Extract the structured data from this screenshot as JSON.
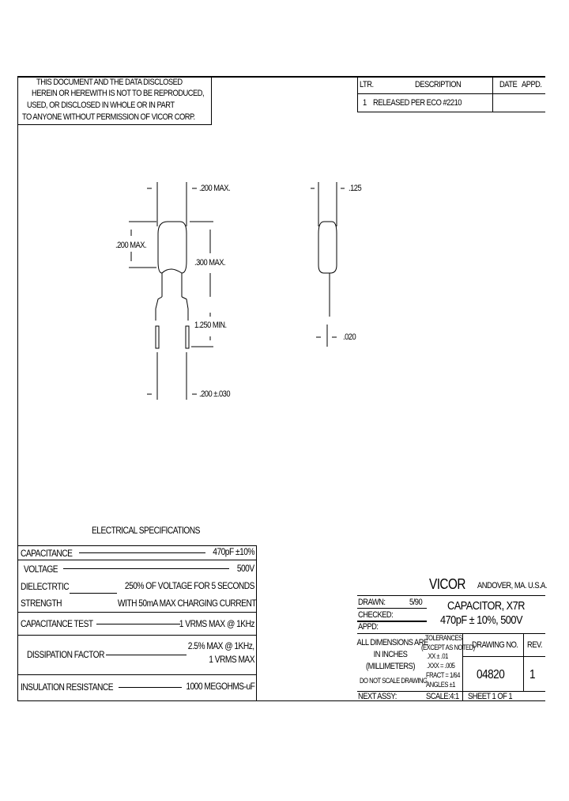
{
  "notice": {
    "lines": [
      "THIS DOCUMENT AND THE DATA DISCLOSED",
      "HEREIN OR HEREWITH IS NOT TO BE REPRODUCED,",
      "USED, OR DISCLOSED IN WHOLE OR IN PART",
      "TO ANYONE WITHOUT PERMISSION OF VICOR CORP."
    ]
  },
  "revisions": {
    "headers": {
      "ltr": "LTR.",
      "description": "DESCRIPTION",
      "date": "DATE",
      "appd": "APPD."
    },
    "rows": [
      {
        "ltr": "1",
        "description": "RELEASED PER ECO #2210"
      }
    ]
  },
  "dimensions": {
    "lead_spacing_top": ".200 MAX.",
    "body_height": ".200 MAX.",
    "body_length": ".300 MAX.",
    "lead_length": "1.250 MIN.",
    "lead_spacing_bottom": ".200 ±.030",
    "thickness": ".125",
    "lead_diameter": ".020"
  },
  "specs": {
    "title": "ELECTRICAL SPECIFICATIONS",
    "capacitance": {
      "label": "CAPACITANCE",
      "value": "470pF ±10%"
    },
    "voltage": {
      "label": "VOLTAGE",
      "value": "500V"
    },
    "dielectric": {
      "label1": "DIELECTRTIC",
      "label2": "STRENGTH",
      "value1": "250% OF VOLTAGE FOR 5 SECONDS",
      "value2": "WITH 50mA MAX CHARGING CURRENT"
    },
    "cap_test": {
      "label": "CAPACITANCE TEST",
      "value": "1 VRMS MAX @ 1KHz"
    },
    "dissipation": {
      "label": "DISSIPATION FACTOR",
      "value1": "2.5% MAX @ 1KHz,",
      "value2": "1 VRMS MAX"
    },
    "insulation": {
      "label": "INSULATION RESISTANCE",
      "value": "1000 MEGOHMS-uF"
    }
  },
  "title_block": {
    "company": "VICOR",
    "location": "ANDOVER, MA. U.S.A.",
    "drawn_label": "DRAWN:",
    "drawn_value": "5/90",
    "checked_label": "CHECKED:",
    "appd_label": "APPD:",
    "title1": "CAPACITOR, X7R",
    "title2": "470pF ± 10%, 500V",
    "units1": "ALL DIMENSIONS ARE",
    "units2": "IN INCHES",
    "units3": "(MILLIMETERS)",
    "no_scale": "DO NOT SCALE DRAWING",
    "tolerances": [
      "TOLERANCES",
      "(EXCEPT AS NOTED)",
      ".XX ± .01",
      ".XXX = .005",
      "FRACT = 1/64",
      "ANGLES ±1"
    ],
    "drawing_no_label": "DRAWING NO.",
    "drawing_no": "04820",
    "rev_label": "REV.",
    "rev": "1",
    "next_assy": "NEXT ASSY:",
    "scale": "SCALE:4:1",
    "sheet": "SHEET 1   OF 1"
  }
}
